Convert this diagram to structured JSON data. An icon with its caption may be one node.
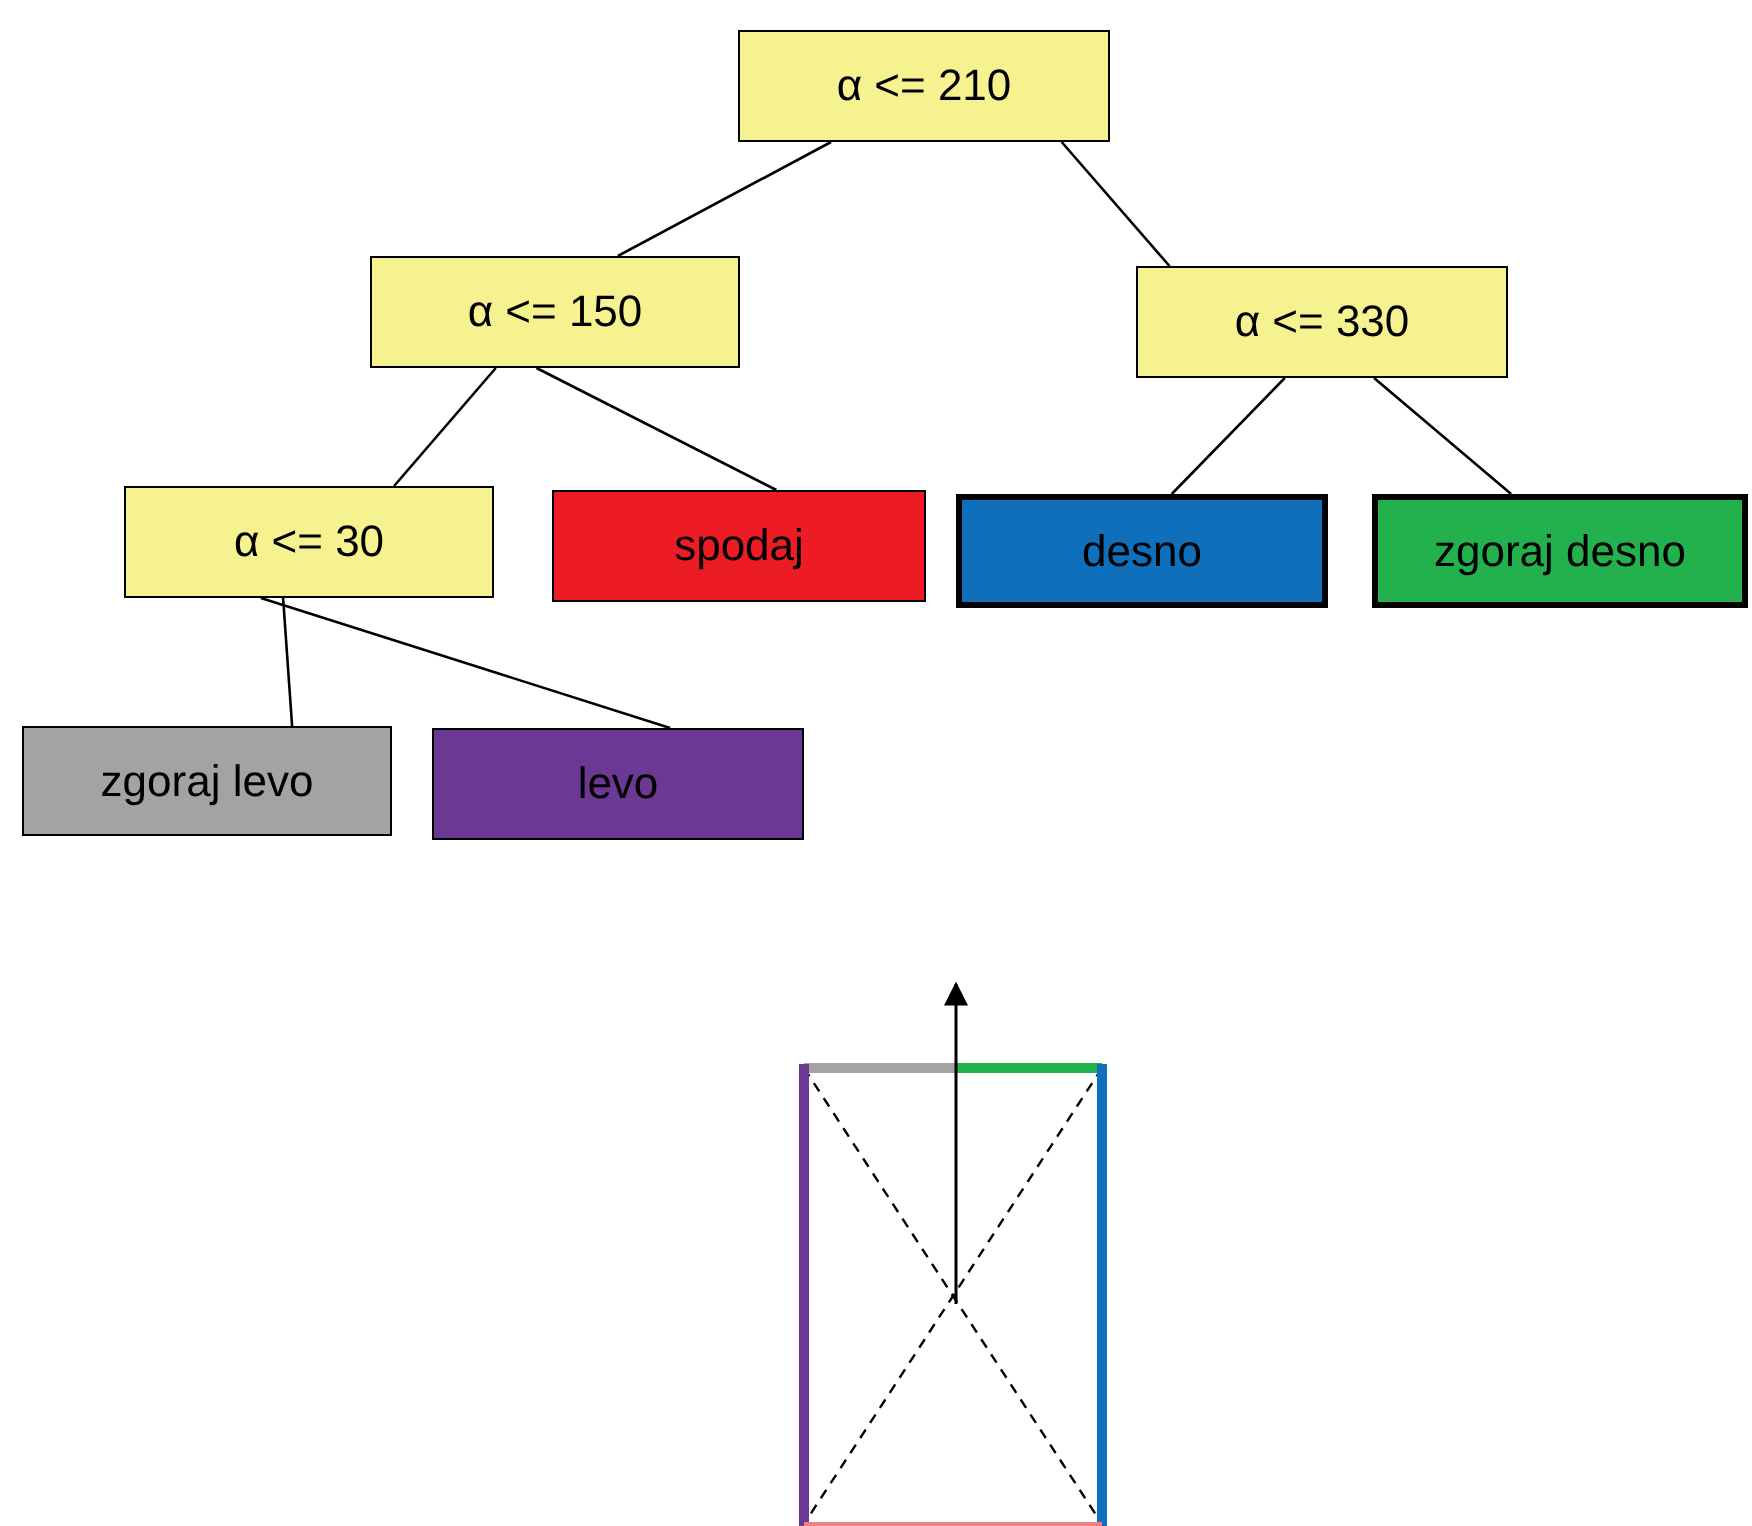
{
  "diagram": {
    "nodes": [
      {
        "text": [
          "α <= 210"
        ]
      },
      {
        "text": [
          "α <= 150"
        ]
      },
      {
        "text": [
          "α <= 330"
        ]
      },
      {
        "text": [
          "α <= 30"
        ]
      },
      {
        "text": [
          "spodaj"
        ]
      },
      {
        "text": [
          "desno"
        ]
      },
      {
        "text": [
          "zgoraj desno"
        ]
      },
      {
        "text": [
          "zgoraj levo"
        ]
      },
      {
        "text": [
          "levo"
        ]
      }
    ],
    "edges": [
      {
        "from": 0,
        "to": 1,
        "arrow": "none"
      },
      {
        "from": 0,
        "to": 2,
        "arrow": "none"
      },
      {
        "from": 1,
        "to": 3,
        "arrow": "none"
      },
      {
        "from": 1,
        "to": 4,
        "arrow": "none"
      },
      {
        "from": 2,
        "to": 5,
        "arrow": "none"
      },
      {
        "from": 2,
        "to": 6,
        "arrow": "none"
      },
      {
        "from": 3,
        "to": 7,
        "arrow": "none"
      },
      {
        "from": 3,
        "to": 8,
        "arrow": "none"
      }
    ]
  }
}
